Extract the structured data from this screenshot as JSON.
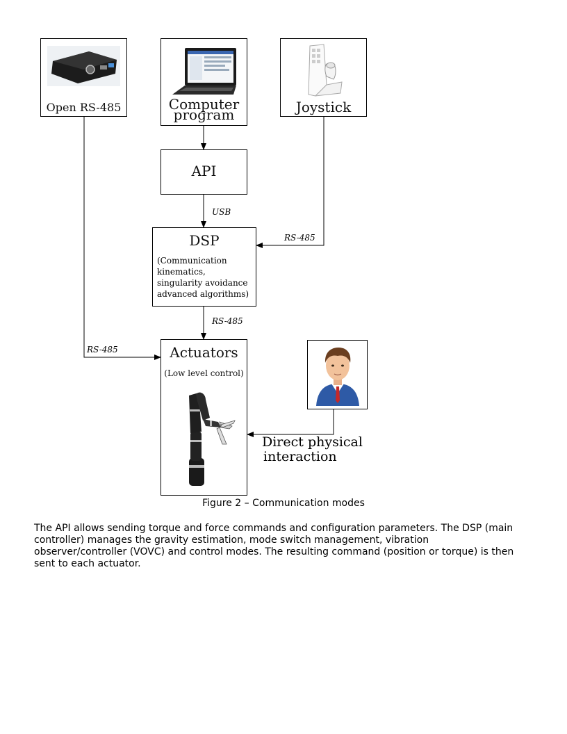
{
  "nodes": {
    "open_rs485": {
      "label": "Open RS-485",
      "icon": "rs485-device-icon"
    },
    "computer": {
      "label_line1": "Computer",
      "label_line2": "program",
      "icon": "laptop-icon"
    },
    "joystick": {
      "label": "Joystick",
      "icon": "joystick-icon"
    },
    "api": {
      "label": "API"
    },
    "dsp": {
      "label": "DSP",
      "desc_lines": [
        "(Communication",
        "kinematics,",
        "singularity avoidance",
        "advanced algorithms)"
      ]
    },
    "actuators": {
      "label": "Actuators",
      "sublabel": "(Low level control)",
      "icon": "robot-arm-icon"
    },
    "human": {
      "icon": "person-icon"
    },
    "direct": {
      "line1": "Direct physical",
      "line2": "interaction"
    }
  },
  "edges": {
    "usb": "USB",
    "joystick_dsp": "RS-485",
    "dsp_actuators": "RS-485",
    "open_actuators": "RS-485"
  },
  "caption": "Figure 2 – Communication modes",
  "paragraph": "The API allows sending torque and force commands and configuration parameters. The DSP (main controller) manages the gravity estimation, mode switch management, vibration observer/controller (VOVC) and control modes. The resulting command (position or torque) is then sent to each actuator."
}
